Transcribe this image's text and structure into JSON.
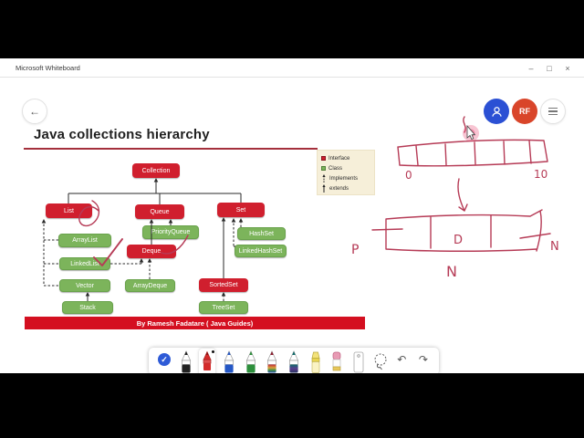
{
  "window": {
    "title": "Microsoft Whiteboard",
    "controls": {
      "minimize": "–",
      "maximize": "□",
      "close": "×"
    }
  },
  "topbar": {
    "back_glyph": "←",
    "user_initials": "RF"
  },
  "board": {
    "heading": "Java collections hierarchy",
    "banner": "By Ramesh Fadatare ( Java Guides)",
    "colors": {
      "interface_box": "#d01f2e",
      "class_box": "#7cb45b",
      "banner_red": "#d40f20",
      "ink_red": "#b63b56",
      "underline_red": "#a4303c",
      "legend_bg": "#f6efd9"
    },
    "legend": {
      "interface_label": "Interface",
      "class_label": "Class",
      "implements_label": "Implements",
      "extends_label": "extends"
    },
    "nodes": {
      "collection": "Collection",
      "list": "List",
      "queue": "Queue",
      "set": "Set",
      "arraylist": "ArrayList",
      "priorityqueue": "PriorityQueue",
      "deque": "Deque",
      "linkedlist": "LinkedList",
      "hashset": "HashSet",
      "linkedhashset": "LinkedHashSet",
      "vector": "Vector",
      "arraydeque": "ArrayDeque",
      "sortedset": "SortedSet",
      "stack": "Stack",
      "treeset": "TreeSet"
    },
    "sketch_labels": {
      "array1_left": "0",
      "array1_right": "10",
      "array2_p": "P",
      "array2_d": "D",
      "array2_n_bottom": "N",
      "array2_n_right": "N"
    }
  },
  "pen_toolbar": {
    "check_glyph": "✓",
    "undo_glyph": "↶",
    "redo_glyph": "↷",
    "selected_tool": "red-pen",
    "tools": [
      "active-tool-check",
      "black-pen",
      "red-pen",
      "blue-pen",
      "green-pen",
      "rainbow-pen",
      "galaxy-pen",
      "highlighter",
      "eraser",
      "ruler",
      "lasso-select",
      "undo-button",
      "redo-button"
    ]
  }
}
